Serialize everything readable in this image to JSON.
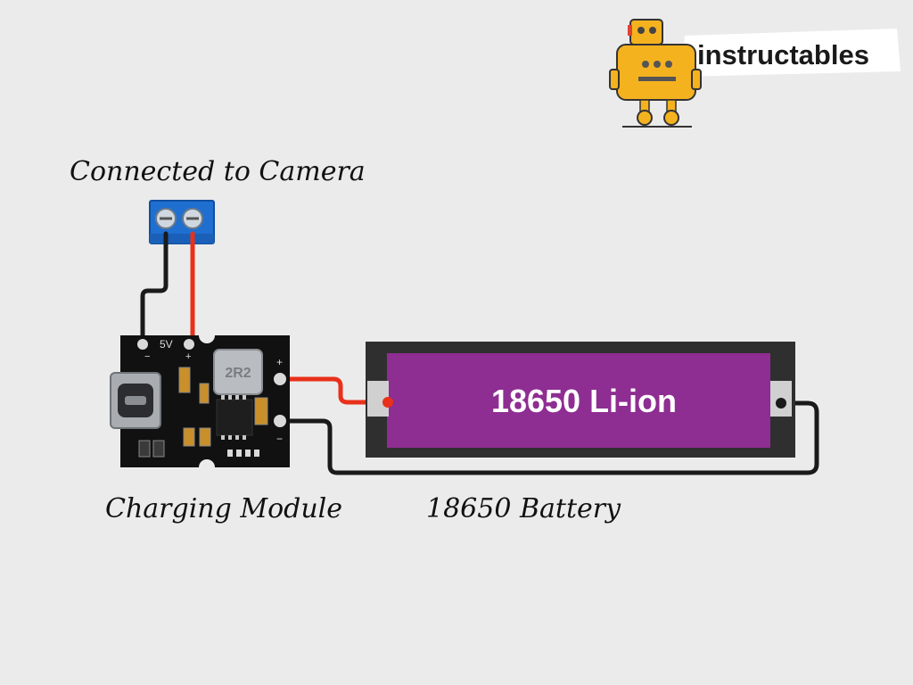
{
  "brand": {
    "name": "instructables"
  },
  "labels": {
    "camera": "Connected to Camera",
    "module": "Charging Module",
    "battery": "18650 Battery"
  },
  "module": {
    "inductor_label": "2R2",
    "pin_5v": "5V",
    "pin_plus_top": "+",
    "pin_minus_top": "−",
    "pin_plus_right": "+",
    "pin_minus_right": "−"
  },
  "battery": {
    "text": "18650 Li-ion"
  },
  "colors": {
    "wire_positive": "#e8301a",
    "wire_negative": "#1a1a1a",
    "terminal_block": "#1f6fd1",
    "battery_body": "#8e2d92",
    "pcb": "#111111",
    "robot": "#f5b21f"
  },
  "icons": {
    "robot": "instructables-robot-mascot",
    "usb": "usb-c-port"
  }
}
